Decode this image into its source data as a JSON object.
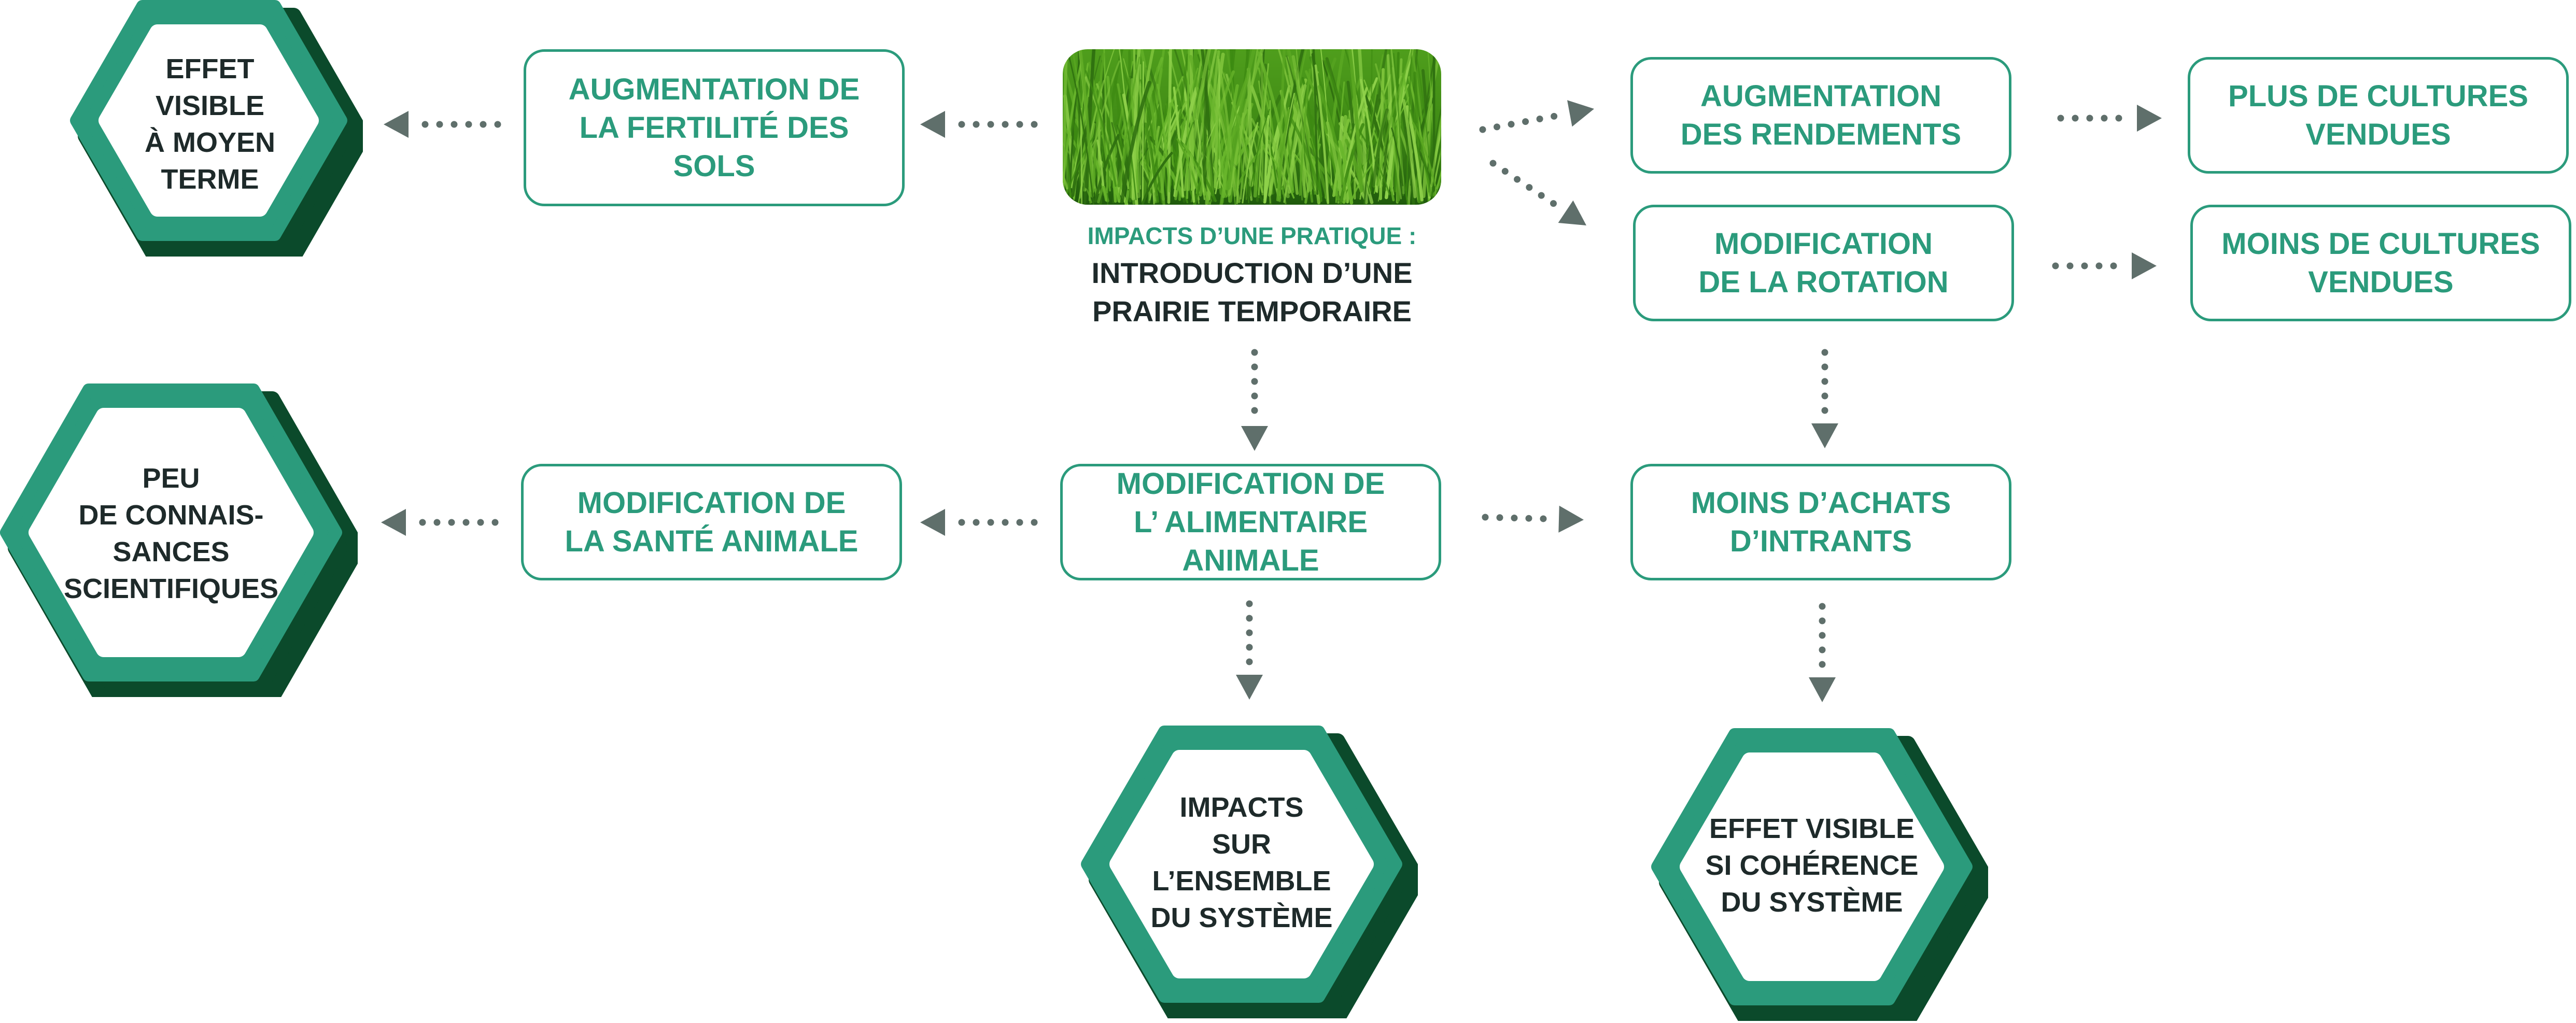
{
  "colors": {
    "accent": "#2b9b7c",
    "hex_dark": "#0b4a2b",
    "arrow": "#5f6f6b",
    "text_dark": "#1e2a2a"
  },
  "center": {
    "subtitle": "IMPACTS D’UNE PRATIQUE :",
    "title": "INTRODUCTION D’UNE\nPRAIRIE TEMPORAIRE",
    "image": "temporary-grassland-photo"
  },
  "boxes": {
    "fertilite": "AUGMENTATION DE\nLA FERTILITÉ DES\nSOLS",
    "rendements": "AUGMENTATION\nDES RENDEMENTS",
    "plus_cultures": "PLUS DE CULTURES\nVENDUES",
    "rotation": "MODIFICATION\nDE LA ROTATION",
    "moins_cultures": "MOINS DE CULTURES\nVENDUES",
    "sante": "MODIFICATION DE\nLA SANTÉ ANIMALE",
    "alimentaire": "MODIFICATION DE\nL’ ALIMENTAIRE ANIMALE",
    "intrants": "MOINS D’ACHATS\nD’INTRANTS"
  },
  "hexagons": {
    "moyen_terme": "EFFET\nVISIBLE\nÀ MOYEN\nTERME",
    "connaissances": "PEU\nDE CONNAIS-\nSANCES\nSCIENTIFIQUES",
    "ensemble": "IMPACTS\nSUR L’ENSEMBLE\nDU SYSTÈME",
    "coherence": "EFFET VISIBLE\nSI COHÉRENCE\nDU SYSTÈME"
  }
}
